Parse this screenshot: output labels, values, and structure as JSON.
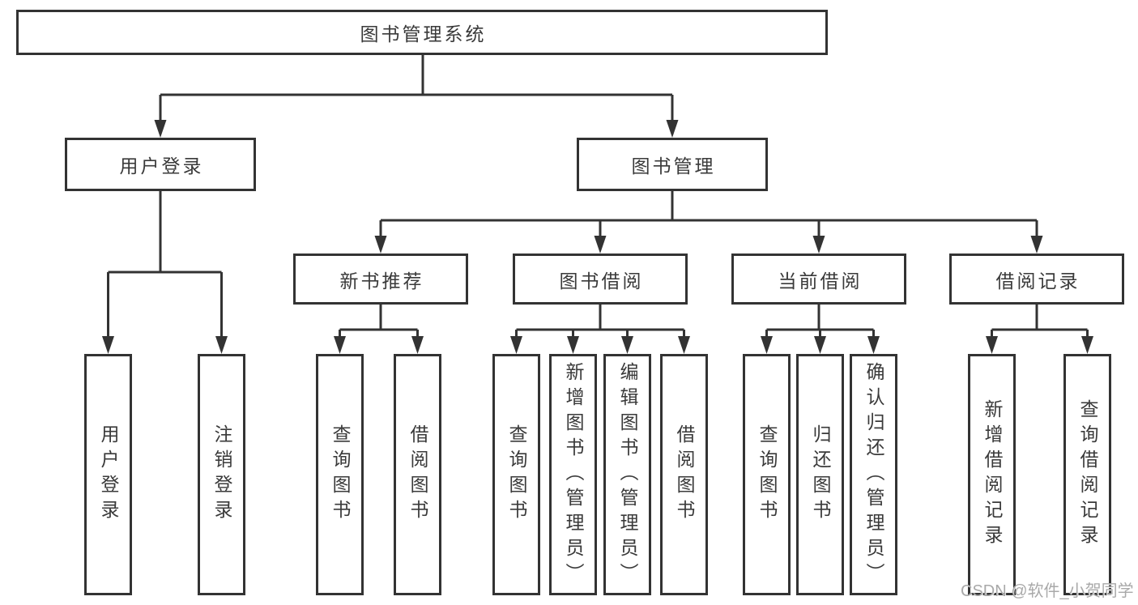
{
  "diagram": {
    "title": "图书管理系统",
    "branches": [
      {
        "label": "用户登录",
        "leaves": [
          "用户登录",
          "注销登录"
        ]
      },
      {
        "label": "图书管理",
        "groups": [
          {
            "label": "新书推荐",
            "leaves": [
              "查询图书",
              "借阅图书"
            ]
          },
          {
            "label": "图书借阅",
            "leaves": [
              "查询图书",
              "新增图书（管理员）",
              "编辑图书（管理员）",
              "借阅图书"
            ]
          },
          {
            "label": "当前借阅",
            "leaves": [
              "查询图书",
              "归还图书",
              "确认归还（管理员）"
            ]
          },
          {
            "label": "借阅记录",
            "leaves": [
              "新增借阅记录",
              "查询借阅记录"
            ]
          }
        ]
      }
    ]
  },
  "watermark": {
    "text": "CSDN @软件_小贺同学"
  },
  "colors": {
    "line": "#333333",
    "border": "#333333",
    "text": "#3a3a3a",
    "watermark": "#a9a9a9",
    "background": "#ffffff"
  }
}
